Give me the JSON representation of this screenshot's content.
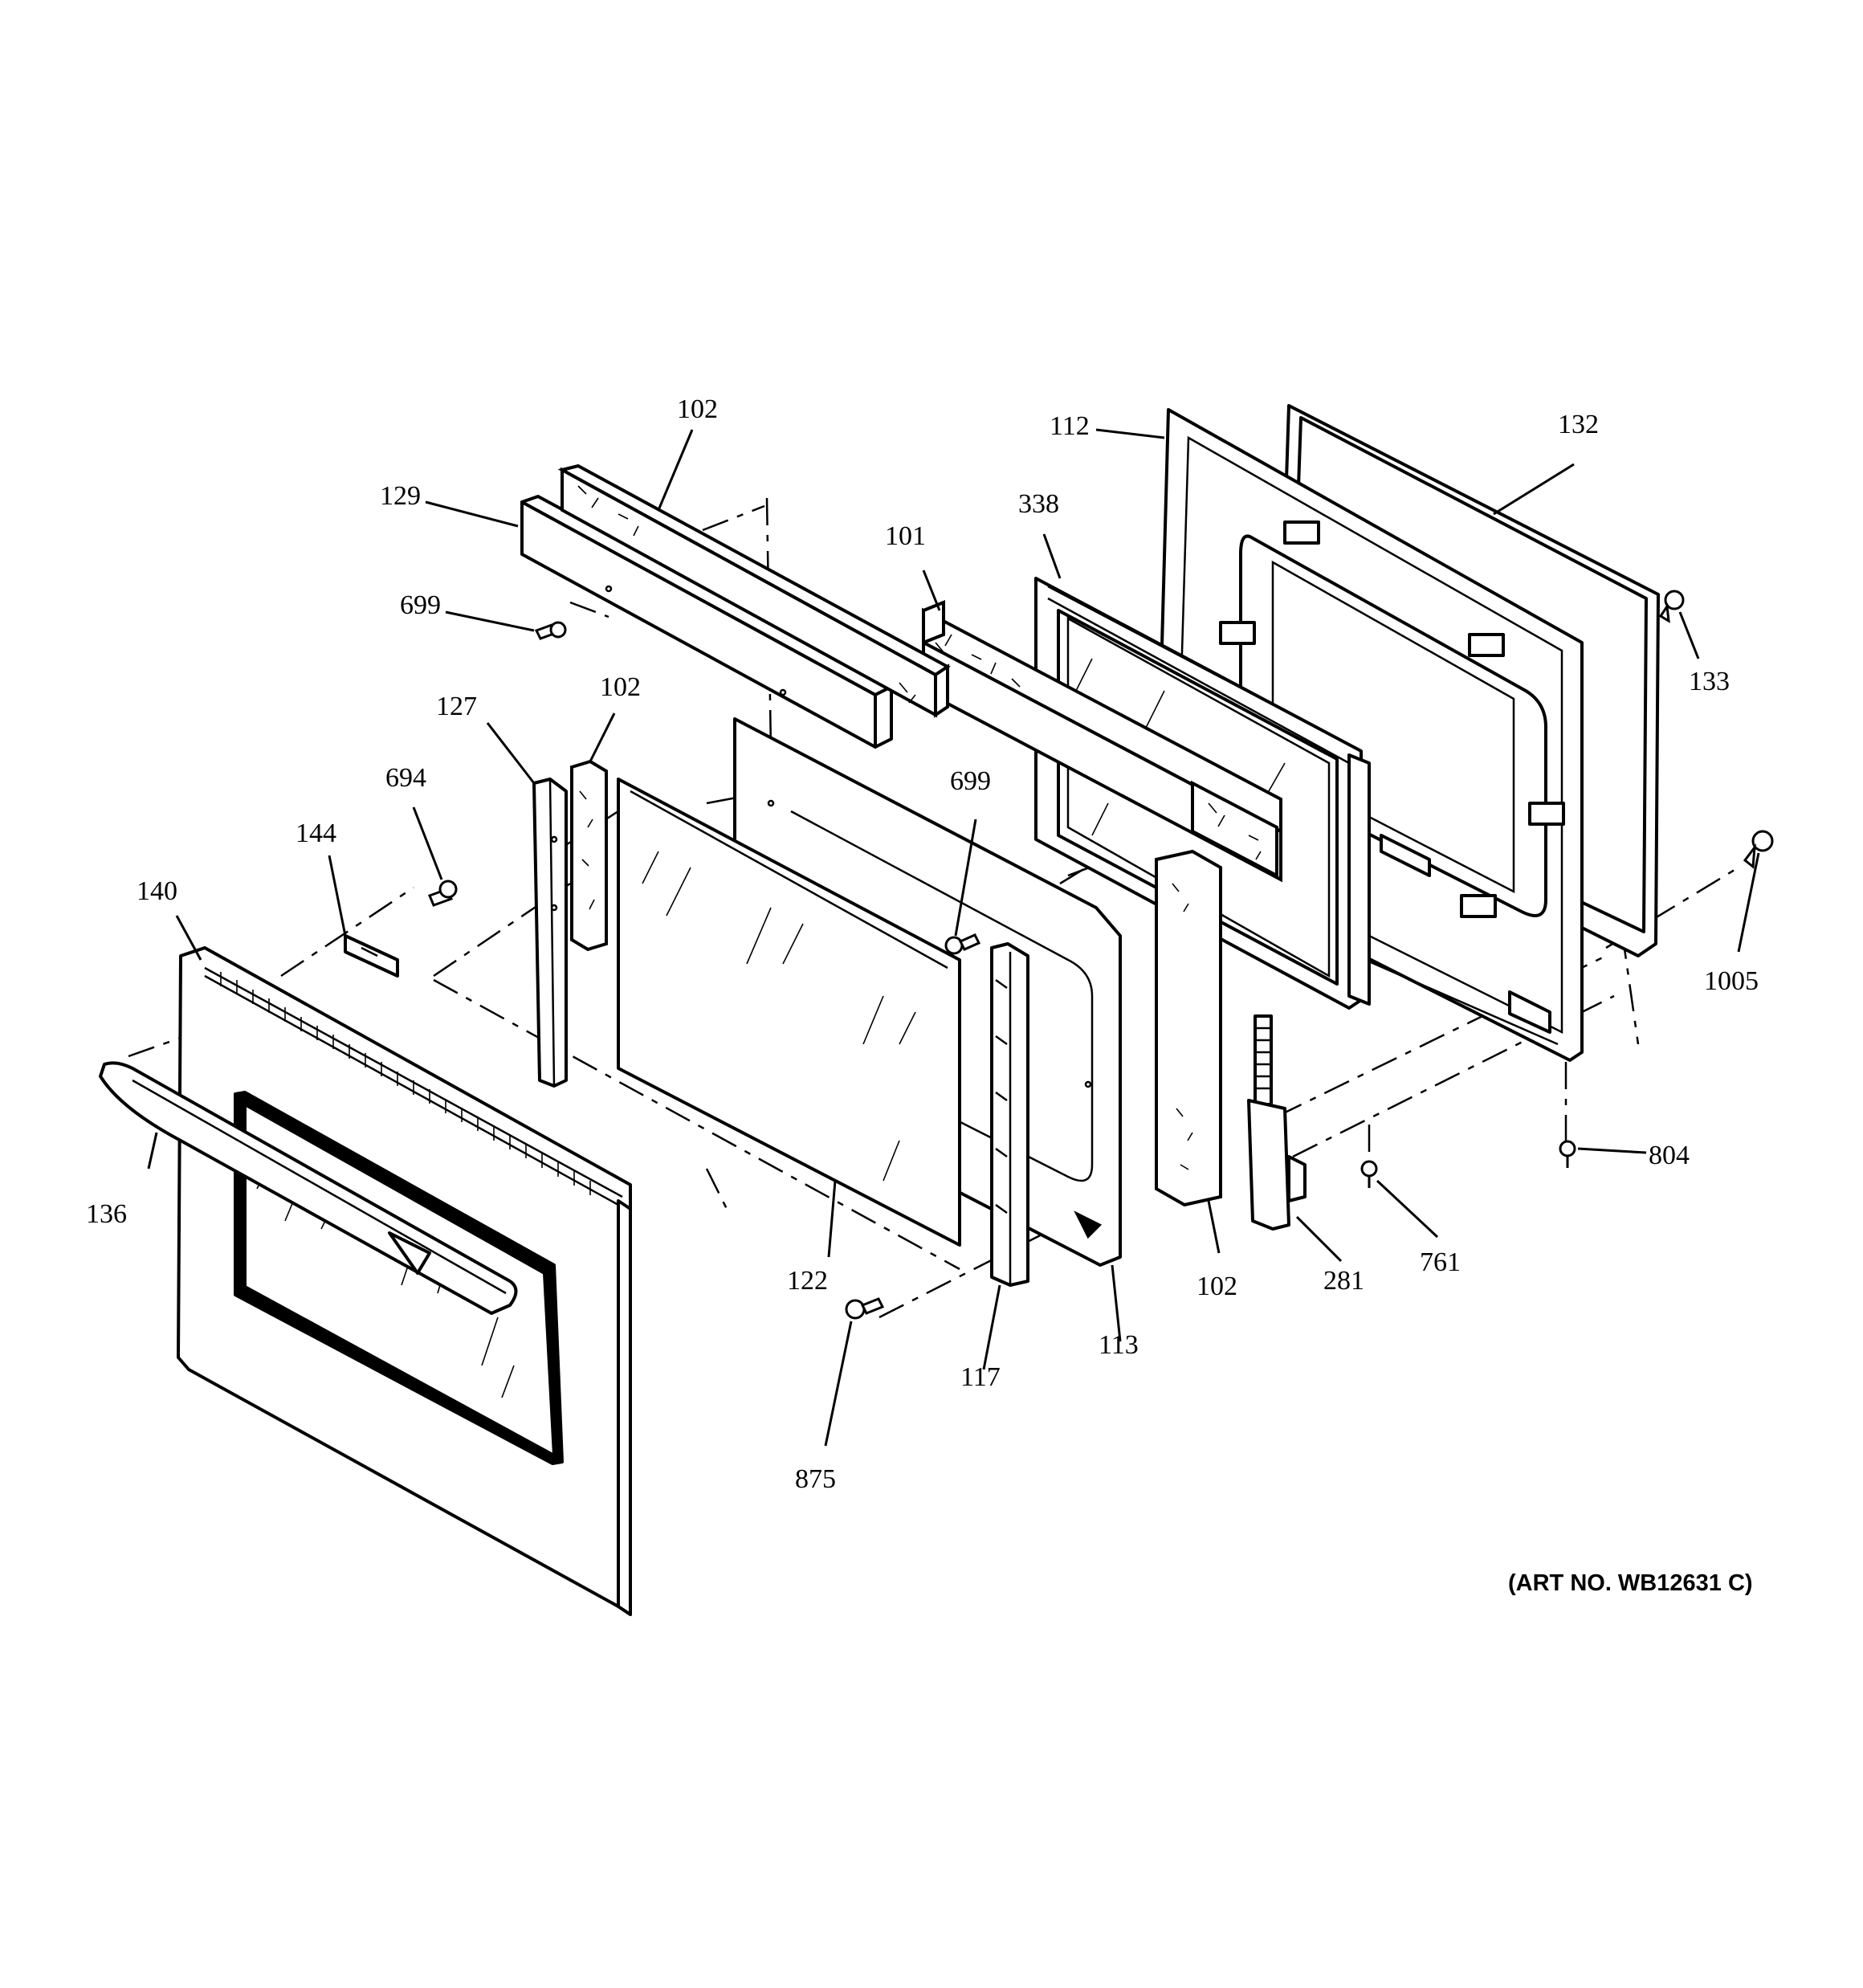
{
  "callouts": [
    {
      "id": "102",
      "label": "102"
    },
    {
      "id": "129",
      "label": "129"
    },
    {
      "id": "699",
      "label": "699"
    },
    {
      "id": "101",
      "label": "101"
    },
    {
      "id": "112",
      "label": "112"
    },
    {
      "id": "132",
      "label": "132"
    },
    {
      "id": "338",
      "label": "338"
    },
    {
      "id": "133",
      "label": "133"
    },
    {
      "id": "127",
      "label": "127"
    },
    {
      "id": "694",
      "label": "694"
    },
    {
      "id": "144",
      "label": "144"
    },
    {
      "id": "140",
      "label": "140"
    },
    {
      "id": "136",
      "label": "136"
    },
    {
      "id": "122",
      "label": "122"
    },
    {
      "id": "875",
      "label": "875"
    },
    {
      "id": "117",
      "label": "117"
    },
    {
      "id": "113",
      "label": "113"
    },
    {
      "id": "281",
      "label": "281"
    },
    {
      "id": "761",
      "label": "761"
    },
    {
      "id": "804",
      "label": "804"
    },
    {
      "id": "1005",
      "label": "1005"
    }
  ],
  "art_number": "(ART NO. WB12631 C)"
}
